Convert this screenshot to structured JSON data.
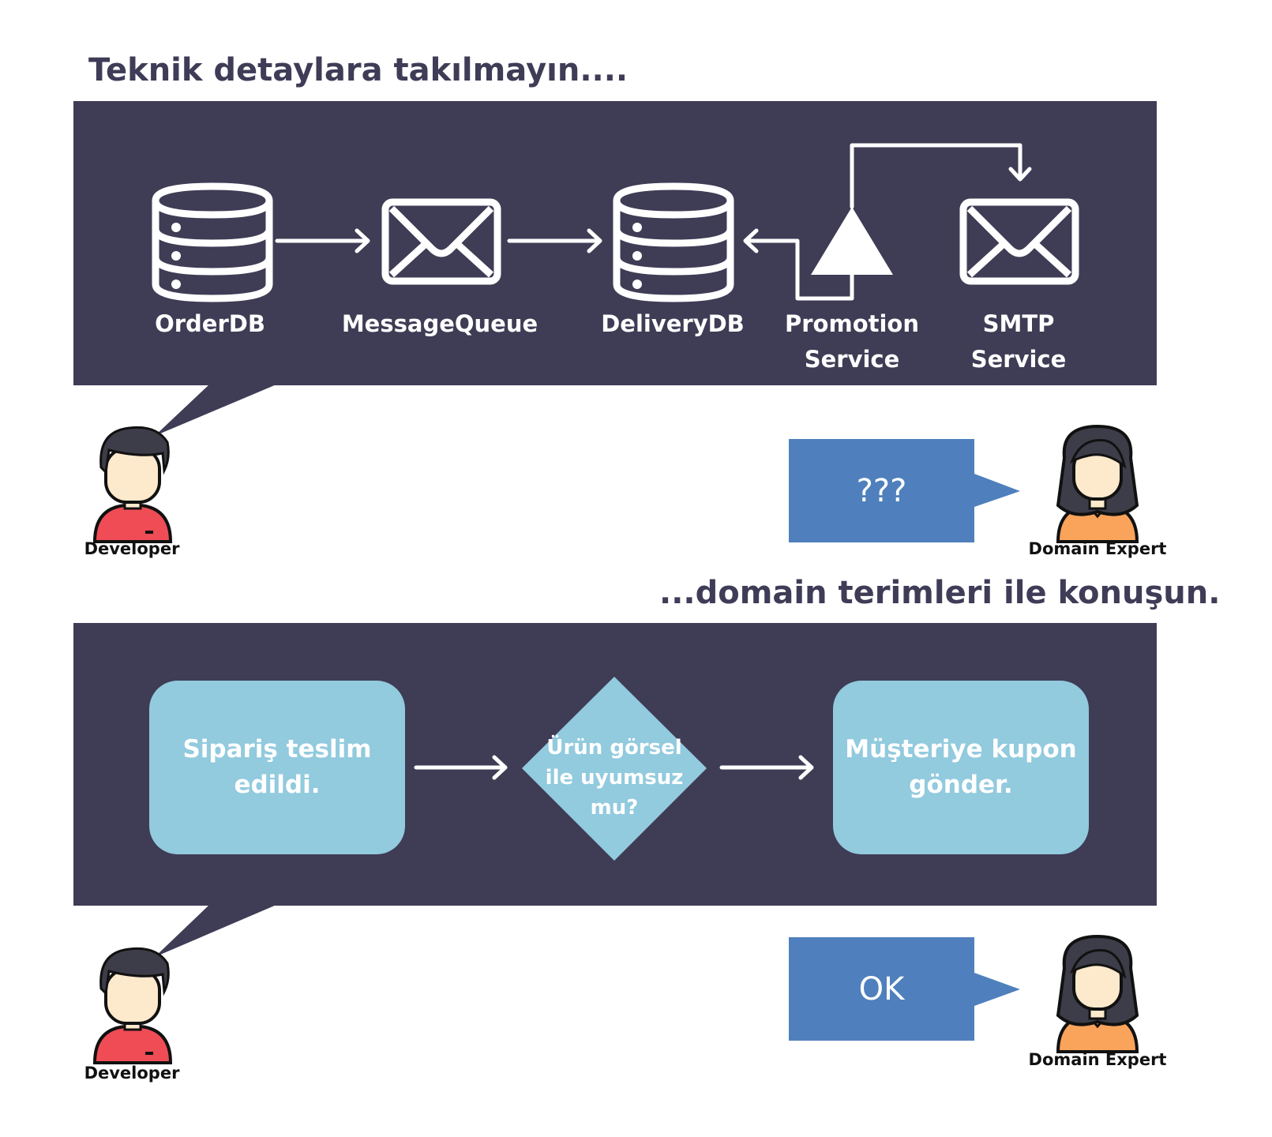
{
  "top": {
    "heading": "Teknik detaylara takılmayın....",
    "nodes": [
      {
        "label_lines": [
          "OrderDB"
        ],
        "icon": "database-icon"
      },
      {
        "label_lines": [
          "MessageQueue"
        ],
        "icon": "envelope-icon"
      },
      {
        "label_lines": [
          "DeliveryDB"
        ],
        "icon": "database-icon"
      },
      {
        "label_lines": [
          "Promotion",
          "Service"
        ],
        "icon": "triangle-icon"
      },
      {
        "label_lines": [
          "SMTP",
          "Service"
        ],
        "icon": "envelope-icon"
      }
    ],
    "developer_label": "Developer",
    "expert_label": "Domain Expert",
    "expert_reply": "???"
  },
  "bottom": {
    "heading": "...domain terimleri ile konuşun.",
    "steps": [
      {
        "text_lines": [
          "Sipariş teslim",
          "edildi."
        ]
      },
      {
        "text_lines": [
          "Ürün görsel",
          "ile uyumsuz",
          "mu?"
        ]
      },
      {
        "text_lines": [
          "Müşteriye kupon",
          "gönder."
        ]
      }
    ],
    "developer_label": "Developer",
    "expert_label": "Domain Expert",
    "expert_reply": "OK"
  },
  "colors": {
    "panel": "#3f3c55",
    "step_fill": "#92cade",
    "bubble_blue": "#4f80bd",
    "developer_shirt": "#ef4c56",
    "expert_shirt": "#f9a35b",
    "skin": "#fde9cc",
    "hair": "#3d3d49"
  }
}
